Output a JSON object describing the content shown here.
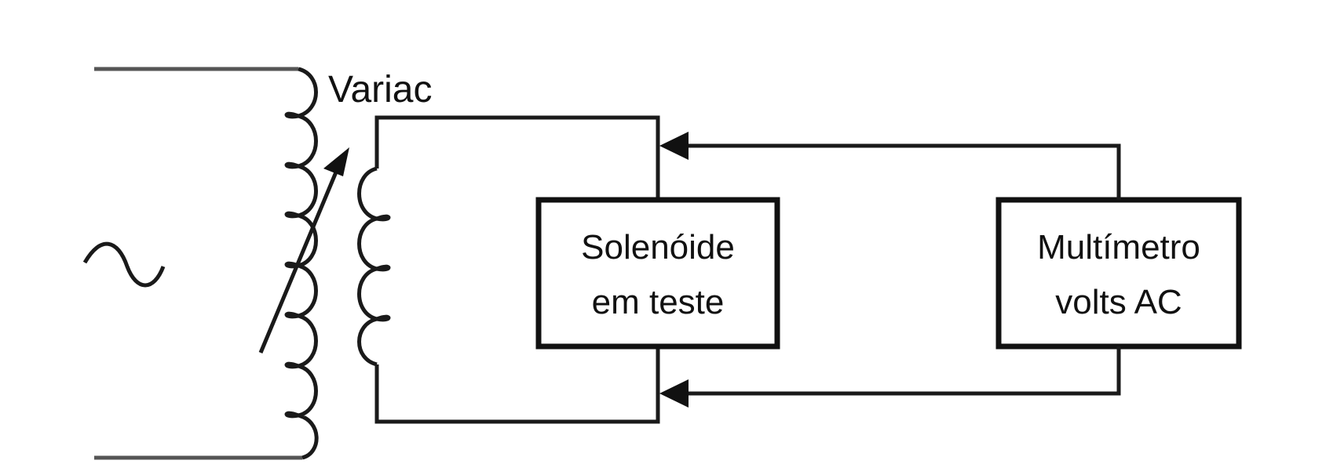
{
  "labels": {
    "variac": "Variac",
    "solenoid": {
      "line1": "Solenóide",
      "line2": "em teste"
    },
    "multimeter": {
      "line1": "Multímetro",
      "line2": "volts AC"
    }
  },
  "symbols": {
    "ac_source": "ac-sine-icon"
  }
}
